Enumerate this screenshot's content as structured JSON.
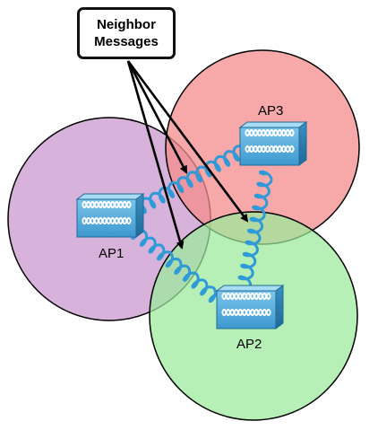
{
  "callout": {
    "line1": "Neighbor",
    "line2": "Messages"
  },
  "access_points": [
    {
      "label": "AP1",
      "icon": "access-point-icon"
    },
    {
      "label": "AP2",
      "icon": "access-point-icon"
    },
    {
      "label": "AP3",
      "icon": "access-point-icon"
    }
  ],
  "colors": {
    "ap1_cell": "#c998cf",
    "ap2_cell": "#9bea9b",
    "ap3_cell": "#f48c8c",
    "link": "#2e9ad8",
    "device_face": "#5bb1e0",
    "arrow": "#000000"
  }
}
